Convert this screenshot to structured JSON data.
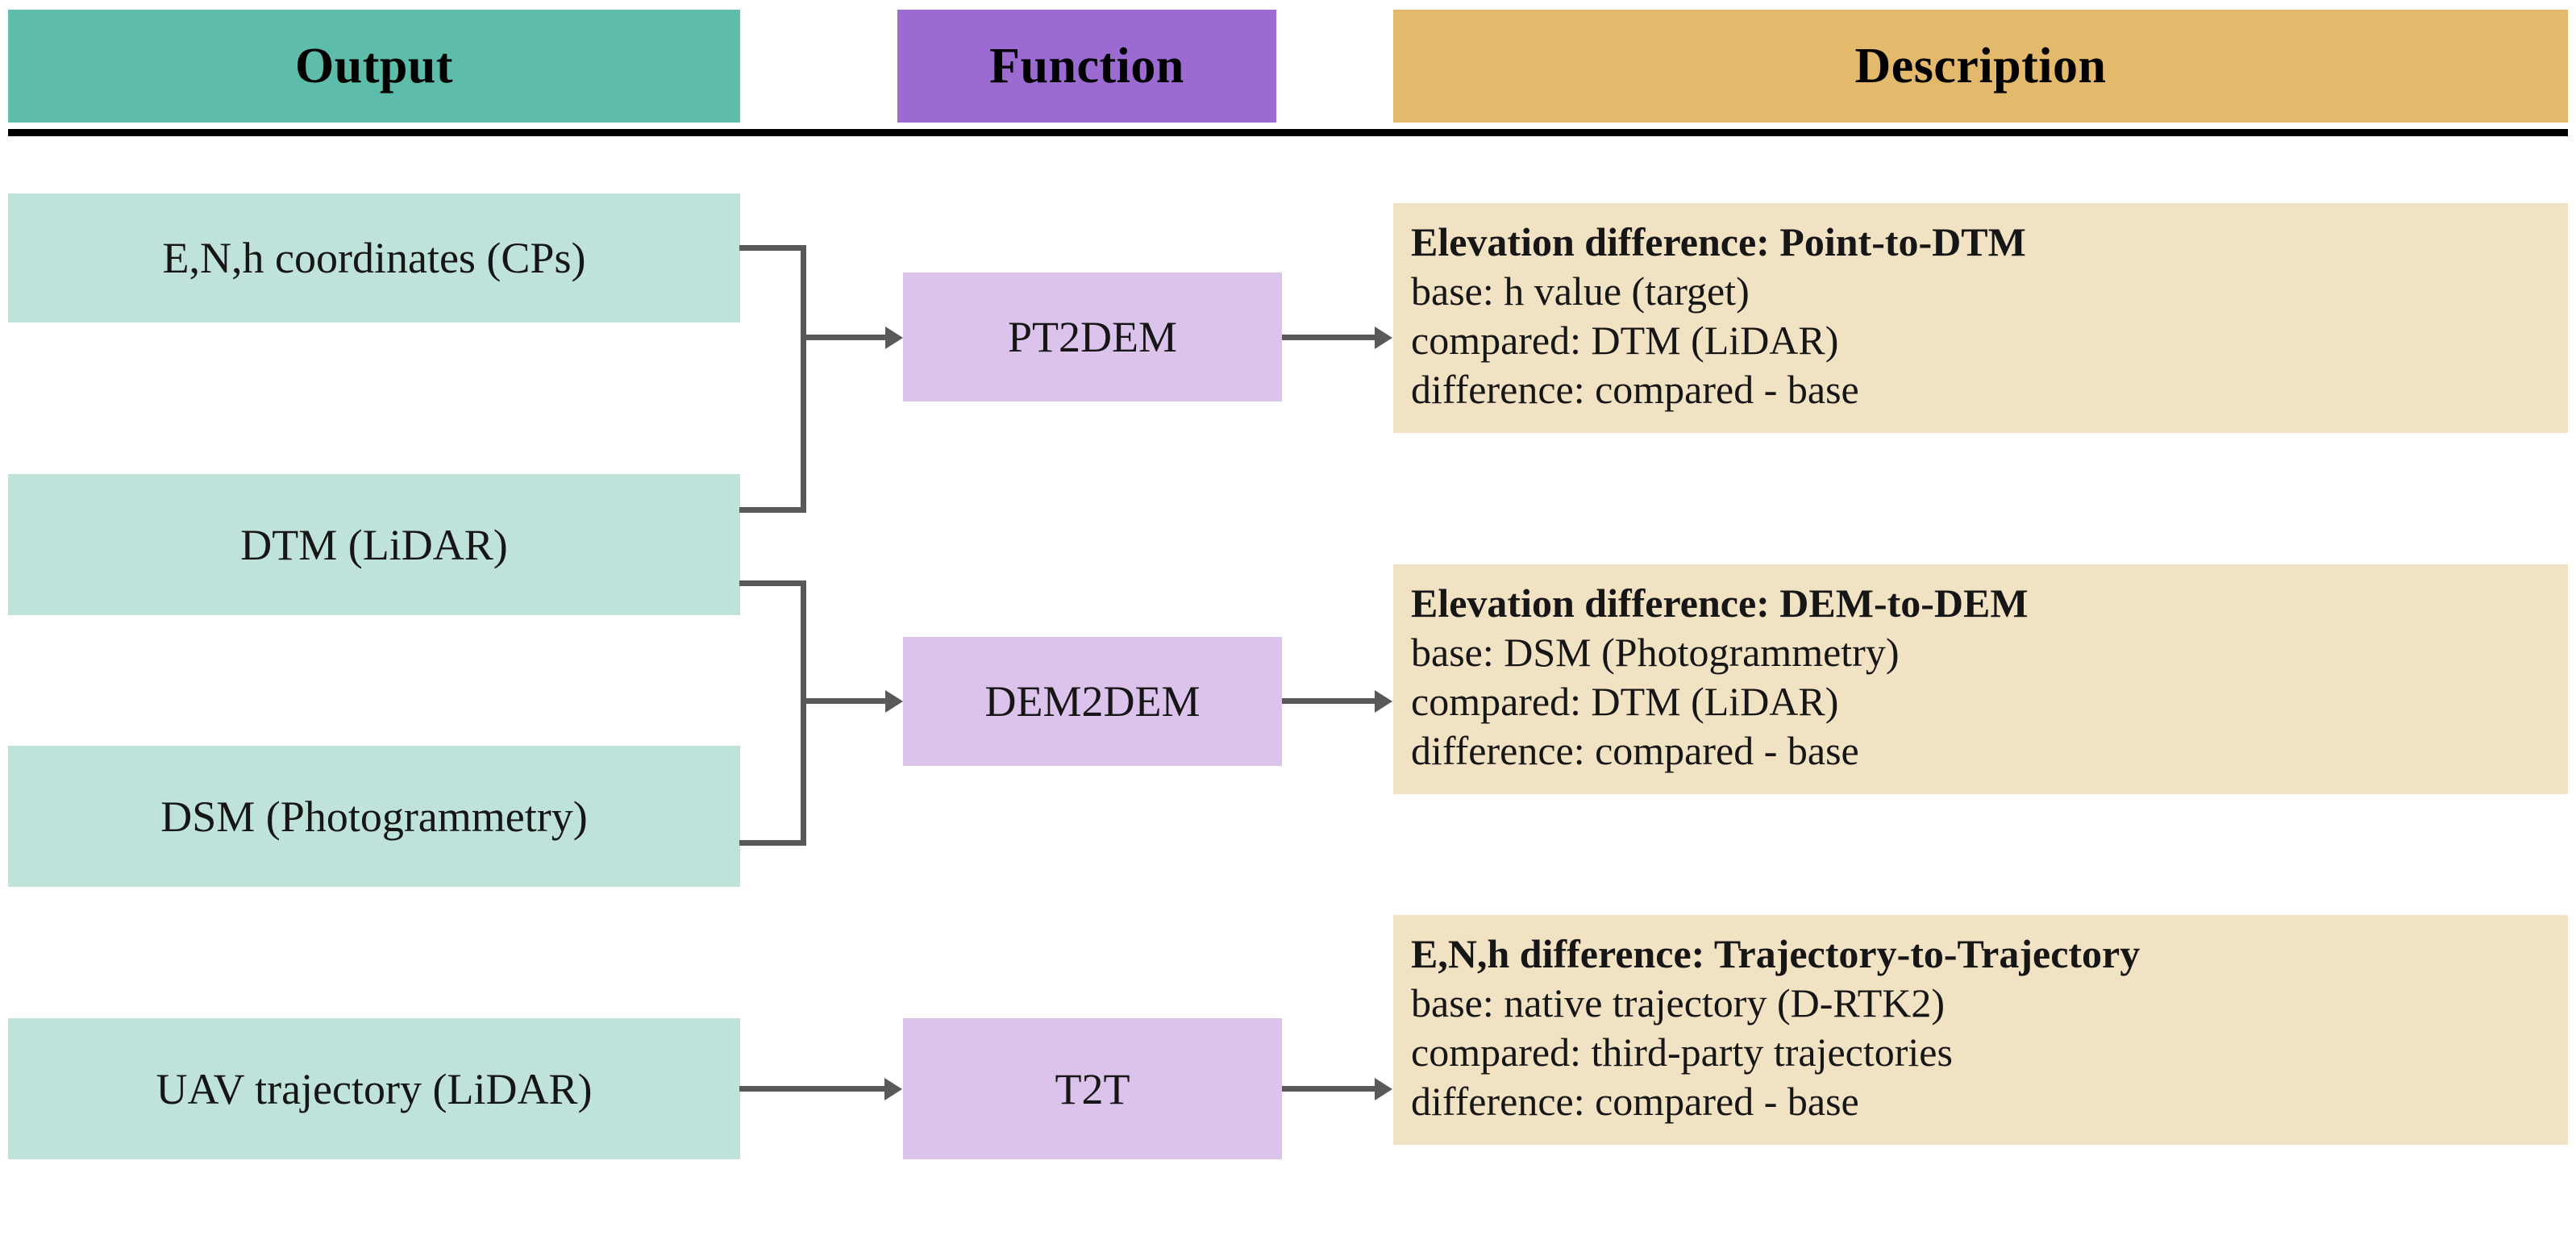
{
  "header": {
    "columns": [
      {
        "label": "Output",
        "color": "#5dbcaa"
      },
      {
        "label": "Function",
        "color": "#9b6bd1"
      },
      {
        "label": "Description",
        "color": "#e3b96b"
      }
    ]
  },
  "outputs": [
    {
      "label": "E,N,h coordinates (CPs)"
    },
    {
      "label": "DTM (LiDAR)"
    },
    {
      "label": "DSM (Photogrammetry)"
    },
    {
      "label": "UAV trajectory (LiDAR)"
    }
  ],
  "functions": [
    {
      "label": "PT2DEM"
    },
    {
      "label": "DEM2DEM"
    },
    {
      "label": "T2T"
    }
  ],
  "descriptions": [
    {
      "title": "Elevation difference: Point-to-DTM",
      "base": "base: h value (target)",
      "compared": "compared: DTM (LiDAR)",
      "difference": "difference: compared - base"
    },
    {
      "title": "Elevation difference: DEM-to-DEM",
      "base": "base: DSM (Photogrammetry)",
      "compared": "compared: DTM (LiDAR)",
      "difference": "difference: compared - base"
    },
    {
      "title": "E,N,h difference: Trajectory-to-Trajectory",
      "base": "base: native trajectory (D-RTK2)",
      "compared": "compared: third-party trajectories",
      "difference": "difference: compared - base"
    }
  ],
  "colors": {
    "header_green": "#5dbcaa",
    "header_purple": "#9b6bd1",
    "header_gold": "#e3b96b",
    "body_green": "#bfe3da",
    "body_purple": "#dcc3ec",
    "body_tan": "#f2e2c4",
    "connector": "#595959",
    "rule": "#000000"
  }
}
